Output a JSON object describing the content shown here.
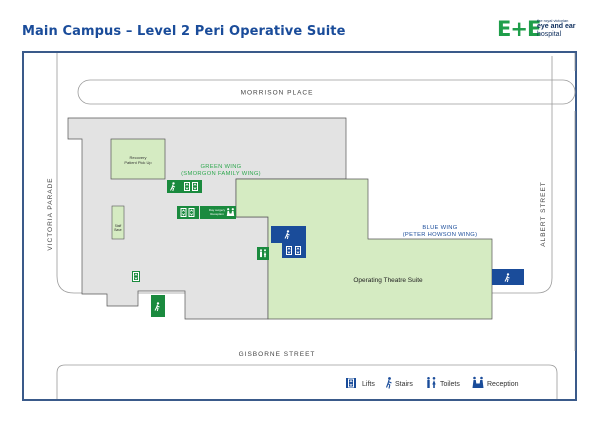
{
  "header": {
    "title": "Main Campus – Level 2 Peri Operative Suite",
    "logo_mark": "E+E",
    "logo_line1": "the royal victorian",
    "logo_line2": "eye and ear",
    "logo_line3": "hospital"
  },
  "streets": {
    "north": "MORRISON PLACE",
    "south": "GISBORNE STREET",
    "west": "VICTORIA PARADE",
    "east": "ALBERT STREET"
  },
  "areas": {
    "recovery": [
      "Recovery",
      "Patient Pick Up"
    ],
    "staff_base": [
      "Staff",
      "Base"
    ],
    "green_wing": [
      "GREEN WING",
      "(SMORGON FAMILY WING)"
    ],
    "blue_wing": [
      "BLUE WING",
      "(PETER HOWSON WING)"
    ],
    "theatre": "Operating Theatre Suite",
    "reception": [
      "Day surgery",
      "Reception"
    ]
  },
  "legend": {
    "lifts": "Lifts",
    "stairs": "Stairs",
    "toilets": "Toilets",
    "reception": "Reception"
  },
  "colors": {
    "brand_blue": "#1a4c9a",
    "border": "#3a5a8a",
    "building_grey": "#e3e3e3",
    "theatre_green": "#d5ebc2",
    "icon_green": "#1a8a3e",
    "icon_blue": "#1a4c9a",
    "wing_green_text": "#2fa84f"
  }
}
